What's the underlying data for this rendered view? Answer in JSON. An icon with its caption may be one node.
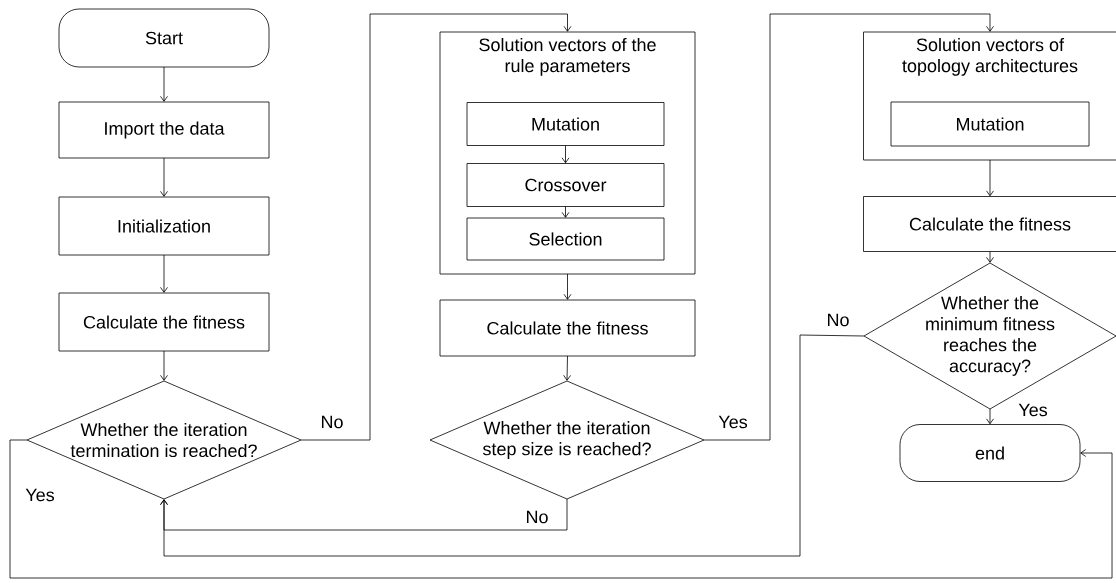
{
  "diagram": {
    "nodes": [
      {
        "text": [
          "Start"
        ]
      },
      {
        "text": [
          "Import the data"
        ]
      },
      {
        "text": [
          "Initialization"
        ]
      },
      {
        "text": [
          "Calculate the fitness"
        ]
      },
      {
        "text": [
          "Whether the iteration termination is reached?"
        ]
      },
      {
        "text": [
          "Solution vectors of the rule parameters"
        ]
      },
      {
        "text": [
          "Mutation"
        ],
        "in": 5
      },
      {
        "text": [
          "Crossover"
        ],
        "in": 5
      },
      {
        "text": [
          "Selection"
        ],
        "in": 5
      },
      {
        "text": [
          "Calculate the fitness"
        ]
      },
      {
        "text": [
          "Whether the iteration step size is reached?"
        ]
      },
      {
        "text": [
          "Solution vectors of topology architectures"
        ]
      },
      {
        "text": [
          "Mutation"
        ],
        "in": 11
      },
      {
        "text": [
          "Calculate  the fitness"
        ]
      },
      {
        "text": [
          "Whether the minimum fitness reaches the accuracy?"
        ]
      },
      {
        "text": [
          "end"
        ]
      }
    ],
    "edges": [
      {
        "from": 0,
        "to": 1,
        "arrow": "to"
      },
      {
        "from": 1,
        "to": 2,
        "arrow": "to"
      },
      {
        "from": 2,
        "to": 3,
        "arrow": "to"
      },
      {
        "from": 3,
        "to": 4,
        "arrow": "to"
      },
      {
        "from": 4,
        "to": 5,
        "arrow": "to",
        "label": "No"
      },
      {
        "from": 6,
        "to": 7,
        "arrow": "to"
      },
      {
        "from": 7,
        "to": 8,
        "arrow": "to"
      },
      {
        "from": 5,
        "to": 9,
        "arrow": "to"
      },
      {
        "from": 9,
        "to": 10,
        "arrow": "to"
      },
      {
        "from": 10,
        "to": 11,
        "arrow": "to",
        "label": "Yes"
      },
      {
        "from": 10,
        "to": 4,
        "arrow": "to",
        "label": "No"
      },
      {
        "from": 11,
        "to": 13,
        "arrow": "to"
      },
      {
        "from": 13,
        "to": 14,
        "arrow": "to"
      },
      {
        "from": 14,
        "to": 15,
        "arrow": "to",
        "label": "Yes"
      },
      {
        "from": 14,
        "to": 4,
        "arrow": "to",
        "label": "No"
      },
      {
        "from": 4,
        "to": 15,
        "arrow": "to",
        "label": "Yes"
      }
    ]
  }
}
